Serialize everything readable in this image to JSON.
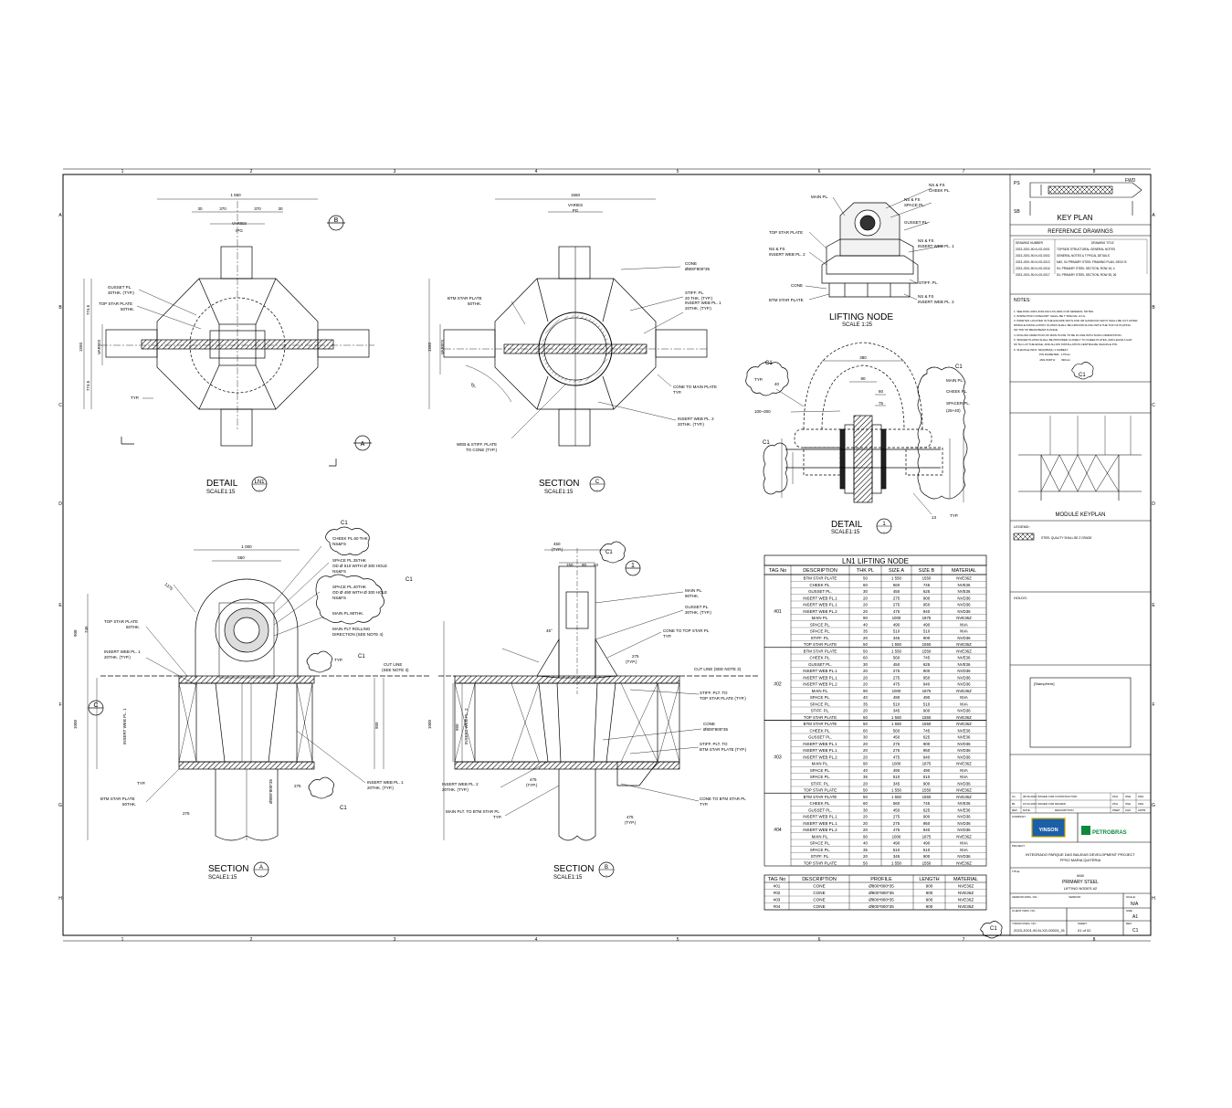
{
  "grid": {
    "cols": [
      "1",
      "2",
      "3",
      "4",
      "5",
      "6",
      "7",
      "8"
    ],
    "rows": [
      "A",
      "B",
      "C",
      "D",
      "E",
      "F",
      "G",
      "H"
    ]
  },
  "views": {
    "detail_ln1": {
      "title": "DETAIL",
      "tag": "LN1",
      "scale": "SCALE1:15",
      "dash": "-"
    },
    "section_c": {
      "title": "SECTION",
      "tag": "C",
      "scale": "SCALE1:15",
      "dash": "-"
    },
    "lifting_node": {
      "title": "LIFTING NODE",
      "scale": "SCALE 1:25"
    },
    "detail_1": {
      "title": "DETAIL",
      "tag": "1",
      "scale": "SCALE1:15",
      "dash": "-"
    },
    "section_a": {
      "title": "SECTION",
      "tag": "A",
      "scale": "SCALE1:15",
      "dash": "-"
    },
    "section_b": {
      "title": "SECTION",
      "tag": "B",
      "scale": "SCALE1:15",
      "dash": "-"
    }
  },
  "callouts": {
    "detail_ln1": {
      "dim_top": "1 550",
      "d30a": "30",
      "d370a": "370",
      "d370b": "370",
      "d30b": "30",
      "varies": "VARIES",
      "ipg": "IPG",
      "gusset": "GUSSET PL.",
      "gusset2": "30THK. (TYP.)",
      "topstar": "TOP STAR PLATE",
      "topstar2": "50THK.",
      "left_dim": "1550",
      "left_a": "774.5",
      "left_b": "774.5",
      "varies2": "VARIES",
      "typ": "TYP.",
      "sect_b": "B",
      "sect_a": "A"
    },
    "section_c": {
      "dim_top": "1550",
      "varies": "VARIES",
      "pg": "PG",
      "cone": "CONE",
      "cone2": "Ø800*800*35",
      "btm": "BTM STAR PLATE",
      "btm2": "50THK.",
      "stiff": "STIFF. PL.",
      "stiff2": "20 THK. (TYP.)",
      "insert1": "INSERT WEB PL. 1",
      "insert1b": "20THK. (TYP.)",
      "cone_main": "CONE TO MAIN PLATE",
      "cone_main2": "TYP.",
      "insert2": "INSERT WEB PL. 2",
      "insert2b": "20THK. (TYP.)",
      "web_stiff": "WEB & STIFF. PLATE",
      "web_stiff2": "TO CONE (TYP.)",
      "left_dim": "1550",
      "varies2": "VARIES",
      "angle": "45°"
    },
    "lifting_node": {
      "main": "MAIN PL.",
      "nsfs1": "NS & FS",
      "cheek": "CHEEK PL.",
      "nsfs2": "NS & FS",
      "space": "SPACE PL.",
      "gusset": "GUSSET PL.",
      "topstar": "TOP STAR PLATE",
      "nsfs3": "NS & FS",
      "insert2": "INSERT WEB PL. 2",
      "nsfs4": "NS & FS",
      "insert1": "INSERT WEB PL. 1",
      "stiff": "STIFF. PL.",
      "cone": "CONE",
      "btm": "BTM STAR PLATE",
      "nsfs5": "NS & FS",
      "insert2b": "INSERT WEB PL. 2"
    },
    "detail_1": {
      "d380": "380",
      "d90": "90",
      "d60": "60",
      "d75": "75",
      "main": "MAIN PL.",
      "cheek": "CHEEK PL.",
      "spacer": "SPACER PL.",
      "spacer2": "(25+40)",
      "typ": "TYP.",
      "range": "100~300",
      "typ2": "TYP.",
      "c1": "C1",
      "c1b": "C1",
      "c1c": "C1",
      "d40": "40",
      "d13": "13"
    },
    "section_a": {
      "d1000": "1 000",
      "d560": "560",
      "d1375": "1375",
      "cheek": "CHEEK PL.60 THK.",
      "cheek2": "NS&FS",
      "space35": "SPACE PL.35THK",
      "space35b": "OD Ø 510 WITH Ø 300 HOLE",
      "space35c": "NS&FS",
      "space40": "SPACE PL.40THK",
      "space40b": "OD Ø 490 WITH Ø 300 HOLE",
      "space40c": "NS&FS",
      "main": "MAIN PL.90THK.",
      "rolling": "MAIN PLT ROLLING",
      "rolling2": "DIRECTION (SEE NOTE 4)",
      "topstar": "TOP STAR PLATE",
      "topstar2": "50THK.",
      "insert1": "INSERT WEB PL. 1",
      "insert1b": "20THK. (TYP.)",
      "cutline": "CUT LINE",
      "cutline2": "(SEE NOTE 3)",
      "typ": "TYP.",
      "insert_side": "INSERT WEB PL. 1",
      "insert1c": "INSERT WEB PL. 1",
      "insert1d": "20THK. (TYP.)",
      "btm": "BTM STAR PLATE",
      "btm2": "50THK.",
      "d275a": "275",
      "d275b": "275",
      "d1000v": "1000",
      "d950": "950",
      "d745": "745",
      "d908": "908",
      "sect_c": "C",
      "c1a": "C1",
      "c1b": "C1",
      "c1c": "C1",
      "c1d": "C1",
      "cone": "Ø800*800*35"
    },
    "section_b": {
      "d450": "450",
      "typ": "(TYP.)",
      "d150": "150",
      "d90": "90",
      "d60": "60",
      "main": "MAIN PL.",
      "main2": "90THK.",
      "gusset": "GUSSET PL.",
      "gusset2": "30THK. (TYP.)",
      "cone_top": "CONE TO TOP STAR PL",
      "cone_top2": "TYP.",
      "d275": "275",
      "cutline": "CUT LINE (SEE NOTE 3)",
      "stiff_top": "STIFF. PLT. TO",
      "stiff_top2": "TOP STAR PLATE (TYP.)",
      "cone": "CONE",
      "cone2": "Ø800*800*35",
      "stiff_btm": "STIFF. PLT. TO",
      "stiff_btm2": "BTM STAR PLATE (TYP.)",
      "insert2": "INSERT WEB PL. 2",
      "insert2b": "20THK. (TYP.)",
      "main_btm": "MAIN PLT. TO BTM STAR PL",
      "main_btm2": "TYP.",
      "cone_btm": "CONE TO BTM STAR PL",
      "cone_btm2": "TYP.",
      "d475a": "475",
      "d475b": "475",
      "typ2": "(TYP.)",
      "typ3": "(TYP.)",
      "insert_side": "INSERT WEB PL. 2",
      "d950": "950",
      "d1000": "1000",
      "c1": "C1",
      "one": "1",
      "d45": "45°"
    }
  },
  "ln1_table": {
    "title": "LN1 LIFTING NODE",
    "headers": [
      "TAG No",
      "DESCRIPTION",
      "THK PL",
      "SIZE A",
      "SIZE B",
      "MATERIAL"
    ],
    "groups": [
      {
        "tag": "#01",
        "rows": [
          [
            "BTM STAR PLATE",
            "50",
            "1 550",
            "1550",
            "NVE36Z"
          ],
          [
            "CHEEK PL.",
            "60",
            "560",
            "745",
            "NVE36"
          ],
          [
            "GUSSET PL.",
            "30",
            "450",
            "625",
            "NVE36"
          ],
          [
            "INSERT WEB PL.1",
            "20",
            "275",
            "900",
            "NVD36"
          ],
          [
            "INSERT WEB PL.1",
            "20",
            "275",
            "950",
            "NVD36"
          ],
          [
            "INSERT WEB PL.2",
            "20",
            "475",
            "940",
            "NVD36"
          ],
          [
            "MAIN PL.",
            "90",
            "1000",
            "1875",
            "NVE36Z"
          ],
          [
            "SPACE PL.",
            "40",
            "490",
            "490",
            "NVA"
          ],
          [
            "SPACE PL.",
            "35",
            "510",
            "510",
            "NVA"
          ],
          [
            "STIFF. PL.",
            "20",
            "345",
            "900",
            "NVD36"
          ],
          [
            "TOP STAR PLATE",
            "50",
            "1 550",
            "1550",
            "NVE36Z"
          ]
        ]
      },
      {
        "tag": "#02",
        "rows": [
          [
            "BTM STAR PLATE",
            "50",
            "1 550",
            "1550",
            "NVE36Z"
          ],
          [
            "CHEEK PL.",
            "60",
            "560",
            "745",
            "NVE36"
          ],
          [
            "GUSSET PL.",
            "30",
            "450",
            "625",
            "NVE36"
          ],
          [
            "INSERT WEB PL.1",
            "20",
            "275",
            "900",
            "NVD36"
          ],
          [
            "INSERT WEB PL.1",
            "20",
            "275",
            "950",
            "NVD36"
          ],
          [
            "INSERT WEB PL.2",
            "20",
            "475",
            "940",
            "NVD36"
          ],
          [
            "MAIN PL.",
            "90",
            "1000",
            "1875",
            "NVE36Z"
          ],
          [
            "SPACE PL.",
            "40",
            "490",
            "490",
            "NVA"
          ],
          [
            "SPACE PL.",
            "35",
            "510",
            "510",
            "NVA"
          ],
          [
            "STIFF. PL.",
            "20",
            "345",
            "900",
            "NVD36"
          ],
          [
            "TOP STAR PLATE",
            "50",
            "1 550",
            "1550",
            "NVE36Z"
          ]
        ]
      },
      {
        "tag": "#03",
        "rows": [
          [
            "BTM STAR PLATE",
            "50",
            "1 550",
            "1550",
            "NVE36Z"
          ],
          [
            "CHEEK PL.",
            "60",
            "560",
            "745",
            "NVE36"
          ],
          [
            "GUSSET PL.",
            "30",
            "450",
            "625",
            "NVE36"
          ],
          [
            "INSERT WEB PL.1",
            "20",
            "275",
            "900",
            "NVD36"
          ],
          [
            "INSERT WEB PL.1",
            "20",
            "275",
            "950",
            "NVD36"
          ],
          [
            "INSERT WEB PL.2",
            "20",
            "475",
            "940",
            "NVD36"
          ],
          [
            "MAIN PL.",
            "90",
            "1000",
            "1875",
            "NVE36Z"
          ],
          [
            "SPACE PL.",
            "40",
            "490",
            "490",
            "NVA"
          ],
          [
            "SPACE PL.",
            "35",
            "510",
            "510",
            "NVA"
          ],
          [
            "STIFF. PL.",
            "20",
            "345",
            "900",
            "NVD36"
          ],
          [
            "TOP STAR PLATE",
            "50",
            "1 550",
            "1550",
            "NVE36Z"
          ]
        ]
      },
      {
        "tag": "#04",
        "rows": [
          [
            "BTM STAR PLATE",
            "50",
            "1 550",
            "1550",
            "NVE36Z"
          ],
          [
            "CHEEK PL.",
            "60",
            "560",
            "745",
            "NVE36"
          ],
          [
            "GUSSET PL.",
            "30",
            "450",
            "625",
            "NVE36"
          ],
          [
            "INSERT WEB PL.1",
            "20",
            "275",
            "900",
            "NVD36"
          ],
          [
            "INSERT WEB PL.1",
            "20",
            "275",
            "950",
            "NVD36"
          ],
          [
            "INSERT WEB PL.2",
            "20",
            "475",
            "940",
            "NVD36"
          ],
          [
            "MAIN PL.",
            "90",
            "1000",
            "1875",
            "NVE36Z"
          ],
          [
            "SPACE PL.",
            "40",
            "490",
            "490",
            "NVA"
          ],
          [
            "SPACE PL.",
            "35",
            "510",
            "510",
            "NVA"
          ],
          [
            "STIFF. PL.",
            "20",
            "345",
            "900",
            "NVD36"
          ],
          [
            "TOP STAR PLATE",
            "50",
            "1 550",
            "1550",
            "NVE36Z"
          ]
        ]
      }
    ]
  },
  "cone_table": {
    "headers": [
      "TAG No",
      "DESCRIPTION",
      "PROFILE",
      "LENGTH",
      "MATERIAL"
    ],
    "rows": [
      [
        "#01",
        "CONE",
        "Ø800*800*35",
        "900",
        "NVE36Z"
      ],
      [
        "#02",
        "CONE",
        "Ø800*800*35",
        "900",
        "NVE36Z"
      ],
      [
        "#03",
        "CONE",
        "Ø800*800*35",
        "900",
        "NVE36Z"
      ],
      [
        "#04",
        "CONE",
        "Ø800*800*35",
        "900",
        "NVE36Z"
      ]
    ]
  },
  "revision_cloud": "C1",
  "title_block": {
    "keyplan": {
      "title": "KEY PLAN",
      "ps": "PS",
      "sb": "SB",
      "fwd": "FWD"
    },
    "refdrawings": {
      "title": "REFERENCE DRAWINGS",
      "col1": "DRAWING NUMBER",
      "col2": "DRAWING TITLE",
      "rows": [
        [
          "2023-JO01-90-N-XG-0001",
          "TOPSIDE STRUCTURAL GENERAL NOTES"
        ],
        [
          "2023-JO01-90-N-XG-0002",
          "GENERAL NOTES & TYPICAL DETAILS"
        ],
        [
          "2023-JO01-90-N-XG-0013",
          "M40, S4 PRIMARY STEEL FRAMING PLAN, DECK B"
        ],
        [
          "2023-JO01-90-N-XG-0016",
          "S4, PRIMARY STEEL SECTION, ROW 15, 4"
        ],
        [
          "2023-JO01-90-N-XG-0017",
          "S4, PRIMARY STEEL SECTION, ROW 35, 26"
        ]
      ]
    },
    "notes": {
      "title": "NOTES:",
      "lines": [
        "1. SEE DWG 2023-JO01-90-N-XG-0001 FOR GENERAL NOTES",
        "2. INSPECTION CATEGORY SHALL BE T SPECIAL LN-G.",
        "3. PADEYES LOCATED IN THE ESCAPE WAYS AND OR HANDLING WAYS SHALL BE CUT AFTER",
        "   MODULE INSTALLATION. PLATES SHALL BE GROUND FLUSH WITH THE TOP OF PLATING",
        "   OR TOP OF BEAM BEAM FLANGE.",
        "4. ROLLING DIRECTION OF MAIN PLATE TO BE IN LINE WITH SLING ORIENTATION.",
        "5. SPACER PLATES SHALL BE PROVIDED CLOSELY TO CHEEK PLATES, AND LEAVE A GAP",
        "   OF 5mm AT THE EDGE, AND ALLOW INSTALLATION CENTRALIZE SHACKLE PIN.",
        "6. SHACKLE INFO: 84(6)35M(1) 1 100BEF7"
      ],
      "pin_label": "PIN DIAMETER:",
      "pin_val": "175mm",
      "jaw_label": "JAW WIDTH:",
      "jaw_val": "390mm",
      "cloud": "C1"
    },
    "module_keyplan": "MODULE KEYPLAN",
    "legend": {
      "title": "LEGEND:",
      "text": "STEEL QUALITY SHALL BE Z GRADE"
    },
    "holds": "HOLDS:",
    "stamp": "[StampHere]",
    "revisions": {
      "rows": [
        [
          "C1",
          "08.06.2023",
          "ISSUED FOR CONSTRUCTION",
          "ZKH",
          "SSH",
          "KDH"
        ],
        [
          "B1",
          "15.04.2023",
          "ISSUED FOR REVIEW",
          "ZKH",
          "SSH",
          "KDH"
        ]
      ],
      "head": [
        "REV",
        "DATE",
        "DESCRIPTION",
        "PREP.",
        "CHK.",
        "APPR."
      ]
    },
    "company_label": "COMPANY:",
    "yinson": "YINSON",
    "petrobras": "PETROBRAS",
    "project_label": "PROJECT:",
    "project1": "INTEGRADO PARQUE DAS BALEIAS DEVELOPMENT PROJECT",
    "project2": "FPSO MARIA QUITÉRIA",
    "title_label": "TITLE:",
    "title1": "M40",
    "title2": "PRIMARY STEEL",
    "title3": "LIFTING NODES #2",
    "vendor_label": "VENDOR DWG. NO.:",
    "vendor2_label": "VENDOR:",
    "scale_label": "SCALE:",
    "scale_val": "N/A",
    "client_label": "CLIENT DWG. NO.:",
    "size_label": "SIZE:",
    "size_val": "A1",
    "dwg_label": "YINSON DWG. NO.:",
    "dwg_val": "2023-JO01-90-N-XG-00024_01",
    "sheet_label": "SHEET:",
    "sheet_val": "01 of 02",
    "rev_label": "REV:",
    "rev_val": "C1"
  }
}
